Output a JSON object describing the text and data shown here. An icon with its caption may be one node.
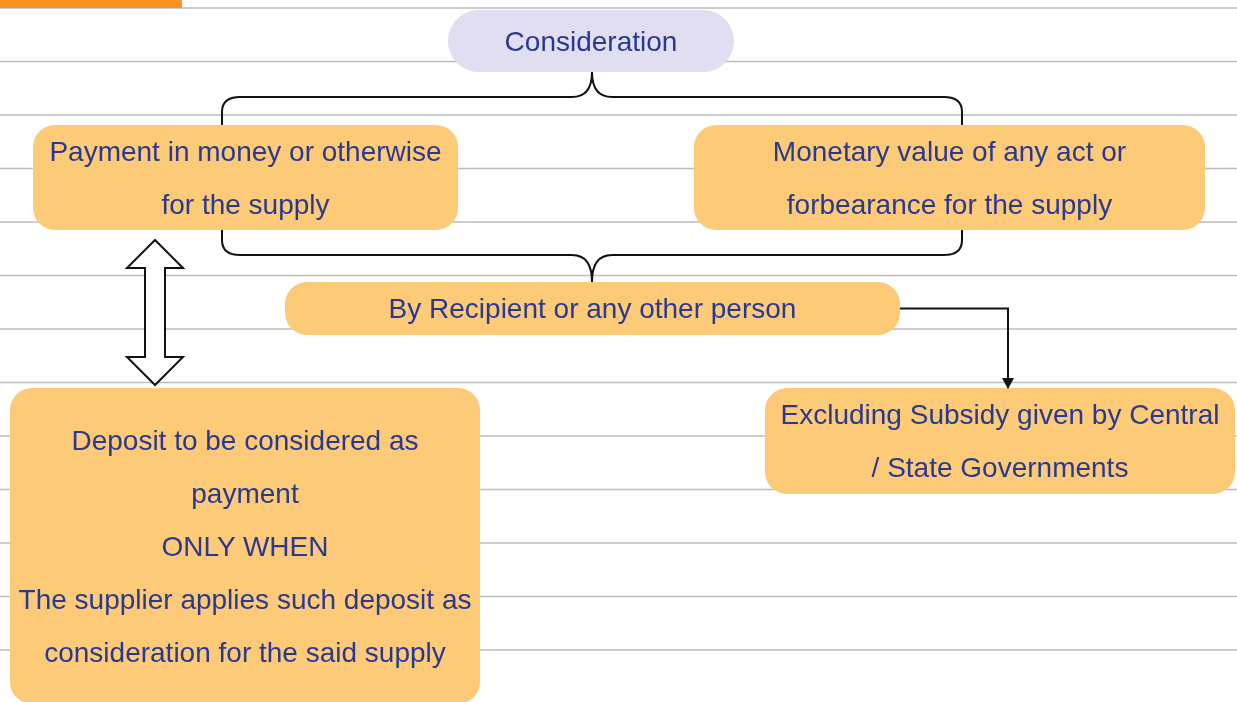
{
  "diagram": {
    "nodes": [
      {
        "text": [
          "Consideration"
        ]
      },
      {
        "text": [
          "Payment in money or otherwise for the supply"
        ]
      },
      {
        "text": [
          "Monetary value of any act or forbearance for the supply"
        ]
      },
      {
        "text": [
          "By Recipient or any other person"
        ]
      },
      {
        "text": [
          "Deposit to be considered as payment",
          "ONLY WHEN",
          "The supplier applies such deposit as consideration for the said supply"
        ]
      },
      {
        "text": [
          "Excluding Subsidy given by Central / State Governments"
        ]
      }
    ],
    "edges": [
      {
        "from": 1,
        "to": 4,
        "arrow": "both"
      },
      {
        "from": 3,
        "to": 5,
        "arrow": "to"
      }
    ]
  }
}
